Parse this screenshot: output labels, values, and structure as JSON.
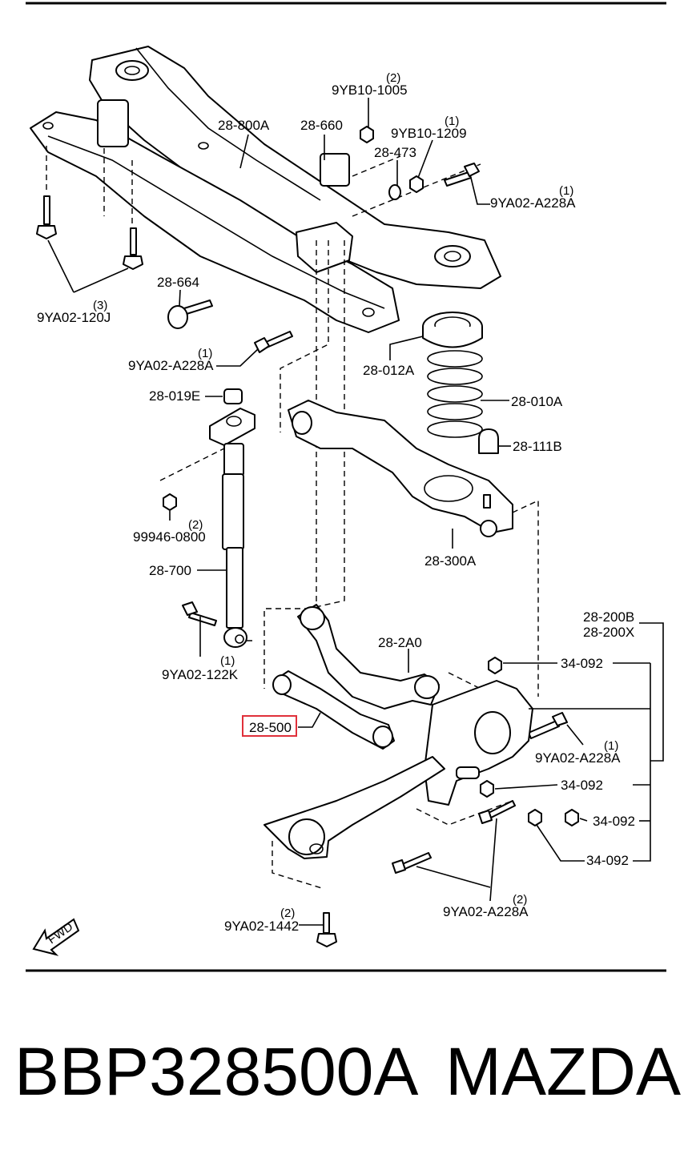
{
  "labels": {
    "l_9yb10_1005": "9YB10-1005",
    "q_9yb10_1005": "(2)",
    "l_28_800a": "28-800A",
    "l_28_660": "28-660",
    "l_9yb10_1209": "9YB10-1209",
    "q_9yb10_1209": "(1)",
    "l_28_473": "28-473",
    "l_9ya02_a228a_top": "9YA02-A228A",
    "q_9ya02_a228a_top": "(1)",
    "l_9ya02_120j": "9YA02-120J",
    "q_9ya02_120j": "(3)",
    "l_28_664": "28-664",
    "l_9ya02_a228a_mid": "9YA02-A228A",
    "q_9ya02_a228a_mid": "(1)",
    "l_28_012a": "28-012A",
    "l_28_010a": "28-010A",
    "l_28_019e": "28-019E",
    "l_28_111b": "28-111B",
    "l_99946_0800": "99946-0800",
    "q_99946_0800": "(2)",
    "l_28_300a": "28-300A",
    "l_28_700": "28-700",
    "l_28_200b": "28-200B",
    "l_28_200x": "28-200X",
    "l_28_2a0": "28-2A0",
    "l_34_092_a": "34-092",
    "l_9ya02_122k": "9YA02-122K",
    "q_9ya02_122k": "(1)",
    "l_28_500": "28-500",
    "l_9ya02_a228a_right": "9YA02-A228A",
    "q_9ya02_a228a_right": "(1)",
    "l_34_092_b": "34-092",
    "l_34_092_c": "34-092",
    "l_34_092_d": "34-092",
    "l_9ya02_a228a_bottom": "9YA02-A228A",
    "q_9ya02_a228a_bottom": "(2)",
    "l_9ya02_1442": "9YA02-1442",
    "q_9ya02_1442": "(2)",
    "fwd": "FWD"
  },
  "highlight_color": "#e0303a",
  "caption": {
    "part_number": "BBP328500A",
    "brand": "MAZDA"
  }
}
